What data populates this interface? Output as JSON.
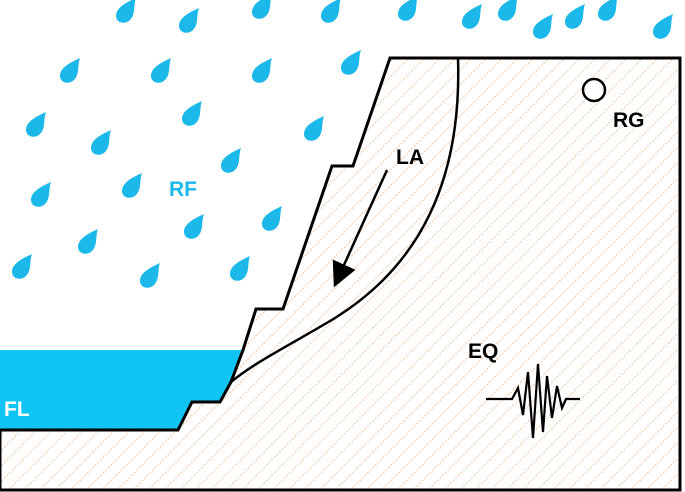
{
  "labels": {
    "rainfall": "RF",
    "landslide": "LA",
    "rain_gauge": "RG",
    "earthquake": "EQ",
    "flood": "FL"
  },
  "colors": {
    "rain": "#1cb8ea",
    "water": "#10c4f4",
    "soil_hatch": "#f2b98a",
    "outline": "#000000",
    "rain_label": "#1cb8ea",
    "flood_label": "#ffffff"
  },
  "icons": {
    "raindrop": "raindrop-icon",
    "rain_gauge": "rain-gauge-icon",
    "seismic_wave": "seismic-wave-icon",
    "landslide_arrow": "arrow-down-left-icon"
  }
}
